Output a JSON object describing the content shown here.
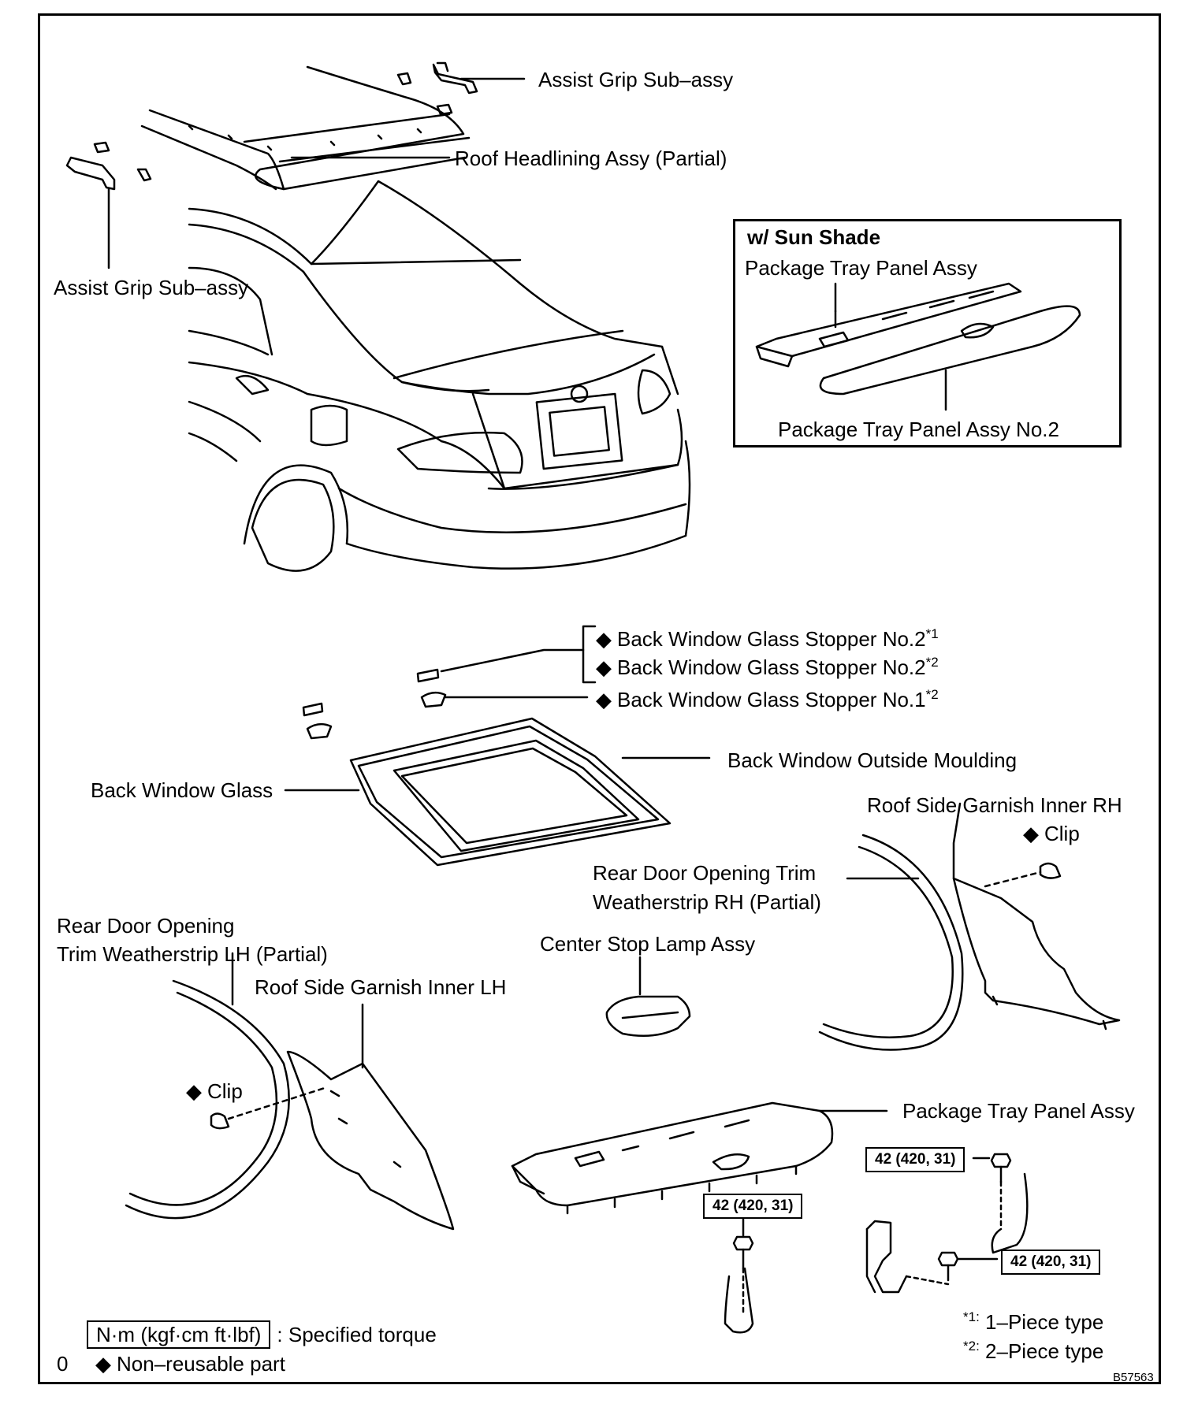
{
  "labels": {
    "assist_grip_top": "Assist Grip Sub–assy",
    "roof_headlining": "Roof Headlining Assy (Partial)",
    "assist_grip_left": "Assist Grip Sub–assy",
    "sun_shade_title": "w/ Sun Shade",
    "package_tray_sunshade": "Package Tray Panel Assy",
    "package_tray_no2": "Package Tray Panel Assy No.2",
    "stopper_no2_1": "Back Window Glass Stopper No.2",
    "stopper_no2_1_sup": "*1",
    "stopper_no2_2": "Back Window Glass Stopper No.2",
    "stopper_no2_2_sup": "*2",
    "stopper_no1": "Back Window Glass Stopper No.1",
    "stopper_no1_sup": "*2",
    "outside_moulding": "Back Window Outside Moulding",
    "back_window_glass": "Back Window Glass",
    "roof_side_garnish_rh": "Roof Side Garnish Inner RH",
    "clip_rh": "Clip",
    "rear_door_trim_rh_line1": "Rear Door Opening Trim",
    "rear_door_trim_rh_line2": "Weatherstrip RH (Partial)",
    "rear_door_trim_lh_line1": "Rear Door Opening",
    "rear_door_trim_lh_line2": "Trim Weatherstrip LH (Partial)",
    "center_stop_lamp": "Center Stop Lamp Assy",
    "roof_side_garnish_lh": "Roof Side Garnish Inner LH",
    "clip_lh": "Clip",
    "package_tray_main": "Package Tray Panel Assy"
  },
  "torque": {
    "upper_right": "42 (420, 31)",
    "center": "42 (420, 31)",
    "lower_right": "42 (420, 31)"
  },
  "legend": {
    "torque_unit": "N·m (kgf·cm ft·lbf)",
    "torque_desc": ": Specified torque",
    "marker_zero": "0",
    "nonreusable": "Non–reusable part",
    "note1_mark": "*1:",
    "note1_text": "1–Piece type",
    "note2_mark": "*2:",
    "note2_text": "2–Piece type"
  },
  "symbols": {
    "diamond": "◆"
  },
  "figure_id": "B57563"
}
